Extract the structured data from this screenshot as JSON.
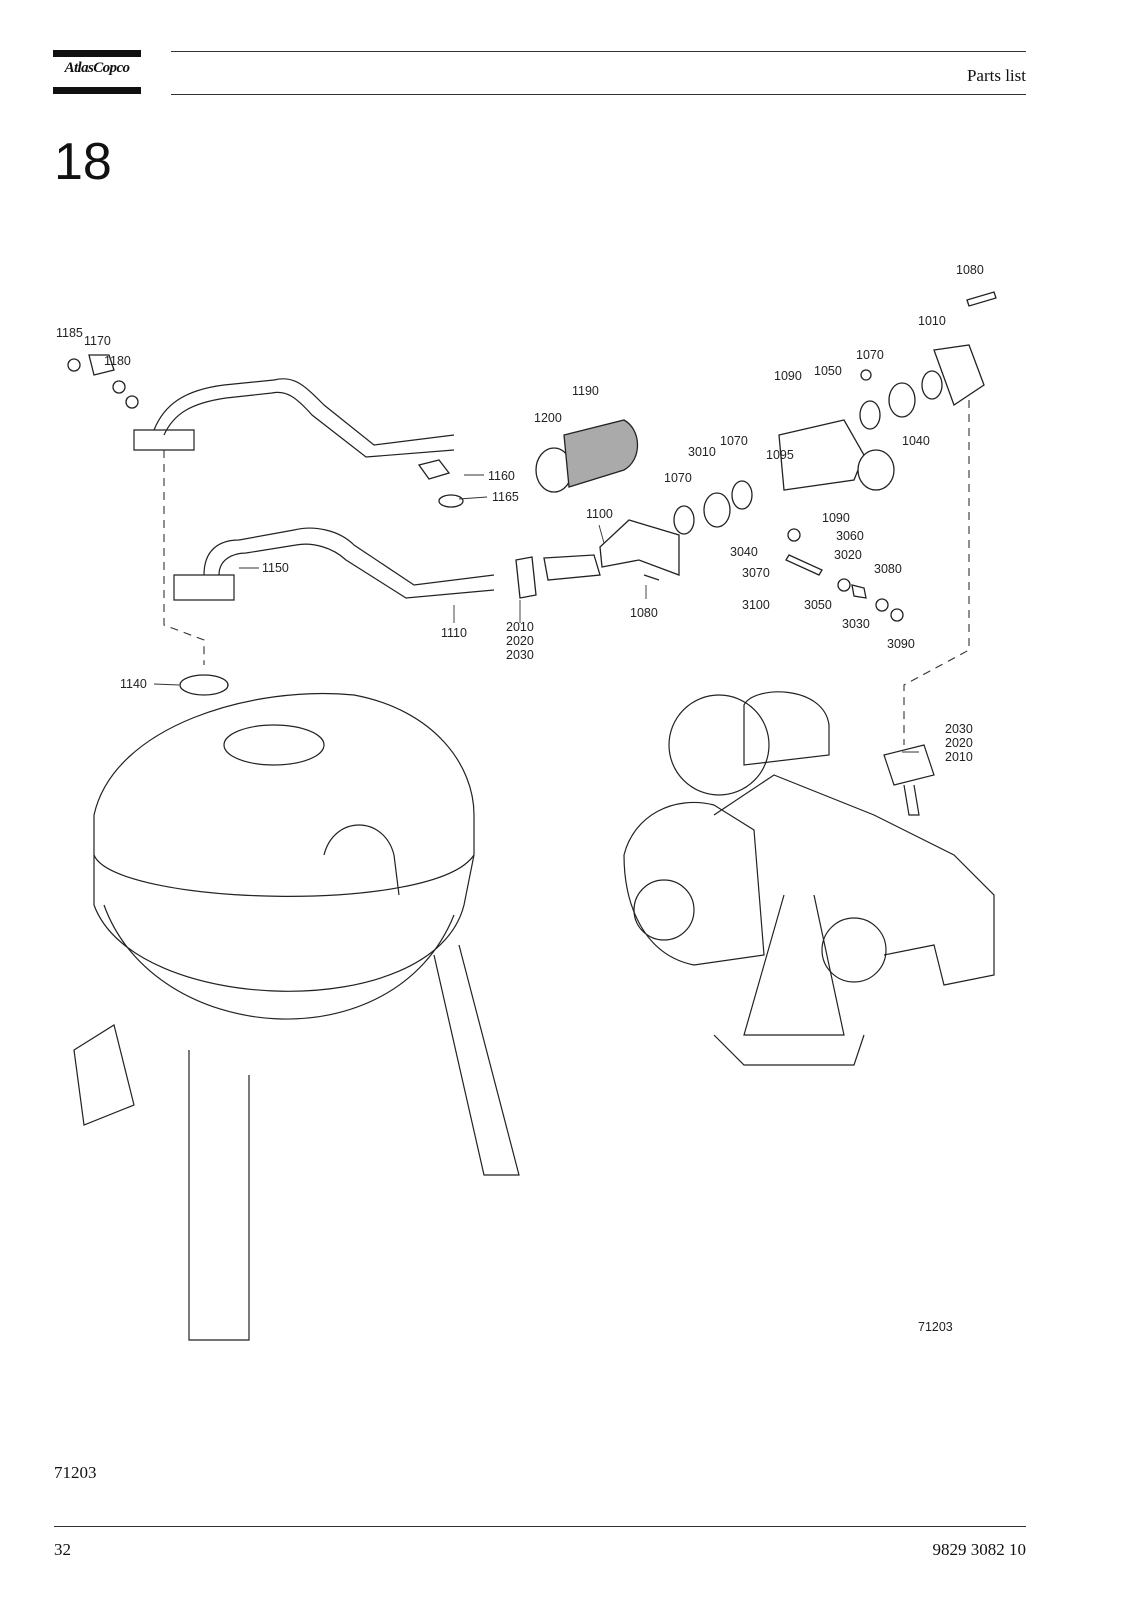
{
  "header": {
    "logo_text": "AtlasCopco",
    "title": "Parts list"
  },
  "chapter_number": "18",
  "figure": {
    "callouts": {
      "c1185": "1185",
      "c1170": "1170",
      "c1180": "1180",
      "c1160": "1160",
      "c1165": "1165",
      "c1150": "1150",
      "c1110": "1110",
      "c2010a": "2010",
      "c2020a": "2020",
      "c2030a": "2030",
      "c1100": "1100",
      "c1080a": "1080",
      "c1070a": "1070",
      "c3010": "3010",
      "c1070b": "1070",
      "c1190": "1190",
      "c1200": "1200",
      "c1090a": "1090",
      "c1050": "1050",
      "c1095": "1095",
      "c1090b": "1090",
      "c1070c": "1070",
      "c1040": "1040",
      "c1010": "1010",
      "c1080b": "1080",
      "c3060": "3060",
      "c3040": "3040",
      "c3020": "3020",
      "c3070": "3070",
      "c3080": "3080",
      "c3100": "3100",
      "c3050": "3050",
      "c3030": "3030",
      "c3090": "3090",
      "c1140": "1140",
      "c2030b": "2030",
      "c2020b": "2020",
      "c2010b": "2010",
      "drawing_ref": "71203"
    }
  },
  "drawing_id": "71203",
  "footer": {
    "page_number": "32",
    "document_number": "9829 3082 10"
  }
}
